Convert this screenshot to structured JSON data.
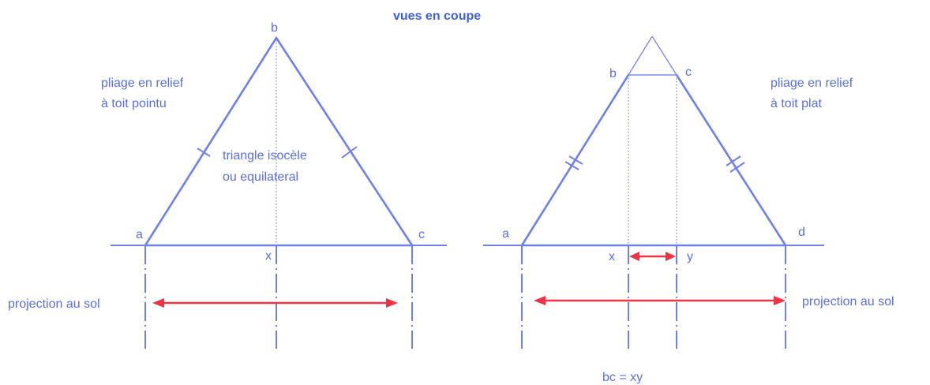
{
  "title": "vues en coupe",
  "left": {
    "vertex_labels": {
      "top": "b",
      "left": "a",
      "right": "c",
      "foot": "x"
    },
    "caption_lines": [
      "pliage en relief",
      "à toit pointu"
    ],
    "inner_lines": [
      "triangle isocèle",
      "ou equilateral"
    ],
    "projection_label": "projection au sol"
  },
  "right": {
    "vertex_labels": {
      "b": "b",
      "c": "c",
      "a": "a",
      "d": "d",
      "x": "x",
      "y": "y"
    },
    "caption_lines": [
      "pliage en relief",
      "à toit plat"
    ],
    "projection_label": "projection au sol",
    "equation": "bc = xy"
  },
  "colors": {
    "line": "#6f80ea",
    "text": "#5a6ee6",
    "arrow": "#ee3344"
  }
}
